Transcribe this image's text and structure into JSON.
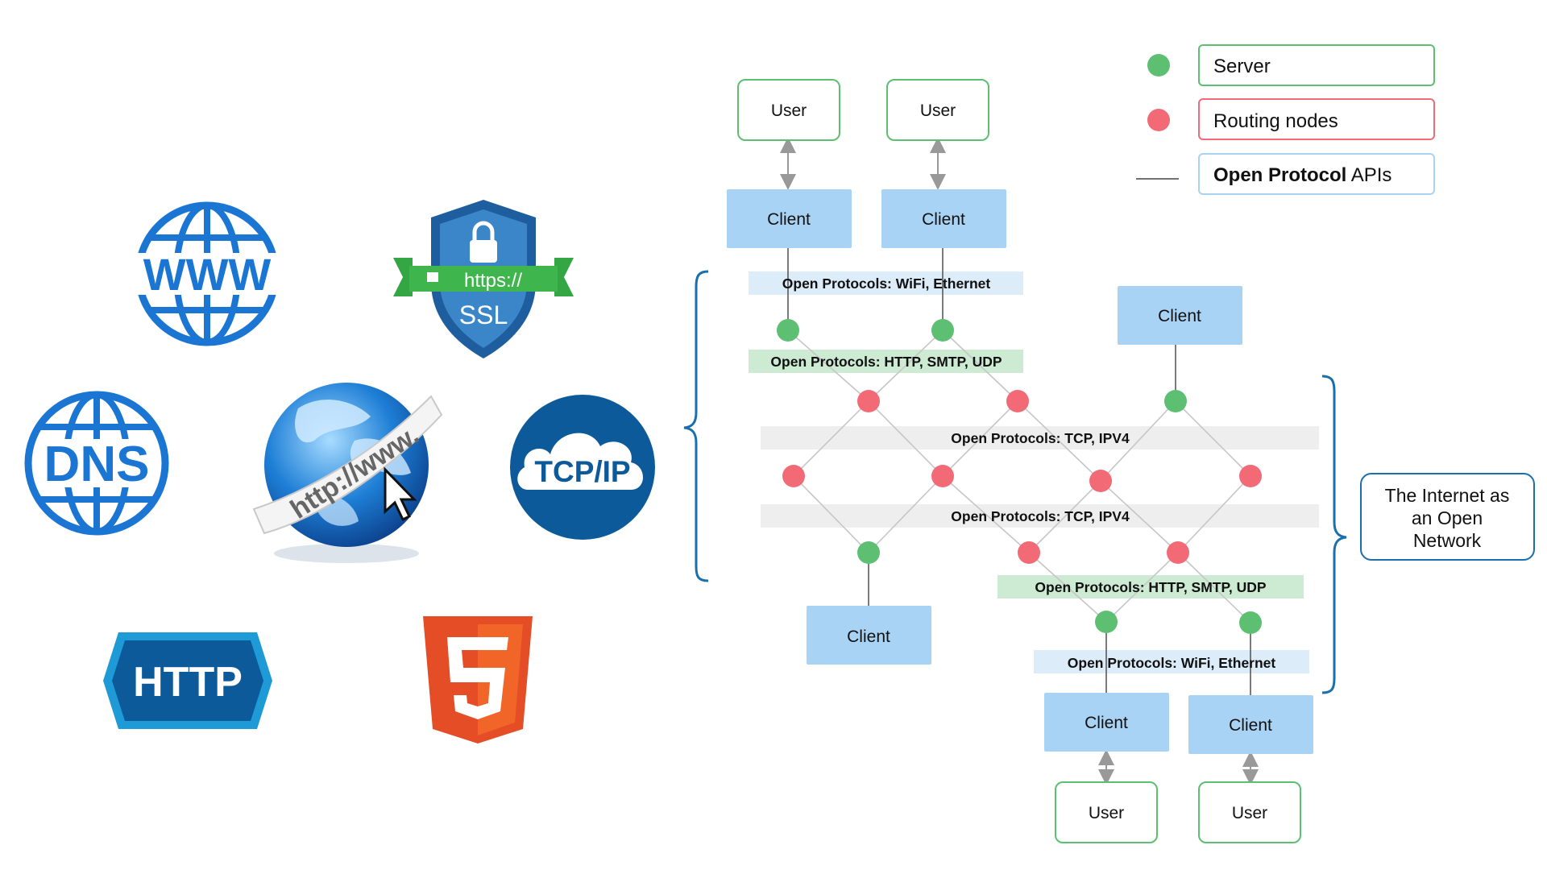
{
  "legend": {
    "server_label": "Server",
    "routing_label": "Routing nodes",
    "api_label_bold": "Open Protocol",
    "api_label_rest": " APIs"
  },
  "colors": {
    "server": "#5cbf72",
    "routing": "#f26a76",
    "client_fill": "#a9d3f5",
    "user_border": "#5cbf72",
    "band_blue": "#dcecf9",
    "band_green": "#cdebd3",
    "band_gray": "#eeeeee",
    "brace": "#1a6fae"
  },
  "nodes": {
    "user_1": "User",
    "user_2": "User",
    "user_3": "User",
    "user_4": "User",
    "client_1": "Client",
    "client_2": "Client",
    "client_3": "Client",
    "client_4": "Client",
    "client_5": "Client",
    "client_6": "Client"
  },
  "bands": {
    "top_wifi": "Open Protocols: WiFi, Ethernet",
    "top_http": "Open Protocols: HTTP, SMTP, UDP",
    "tcp_1": "Open Protocols: TCP, IPV4",
    "tcp_2": "Open Protocols: TCP, IPV4",
    "bottom_http": "Open Protocols: HTTP, SMTP, UDP",
    "bottom_wifi": "Open Protocols: WiFi, Ethernet"
  },
  "note": {
    "line1": "The Internet as",
    "line2": "an Open",
    "line3": "Network"
  },
  "logos": {
    "www": "WWW",
    "ssl_url": "https://",
    "ssl": "SSL",
    "dns": "DNS",
    "globe_url": "http://www.",
    "tcpip": "TCP/IP",
    "http": "HTTP",
    "html5": "5"
  }
}
